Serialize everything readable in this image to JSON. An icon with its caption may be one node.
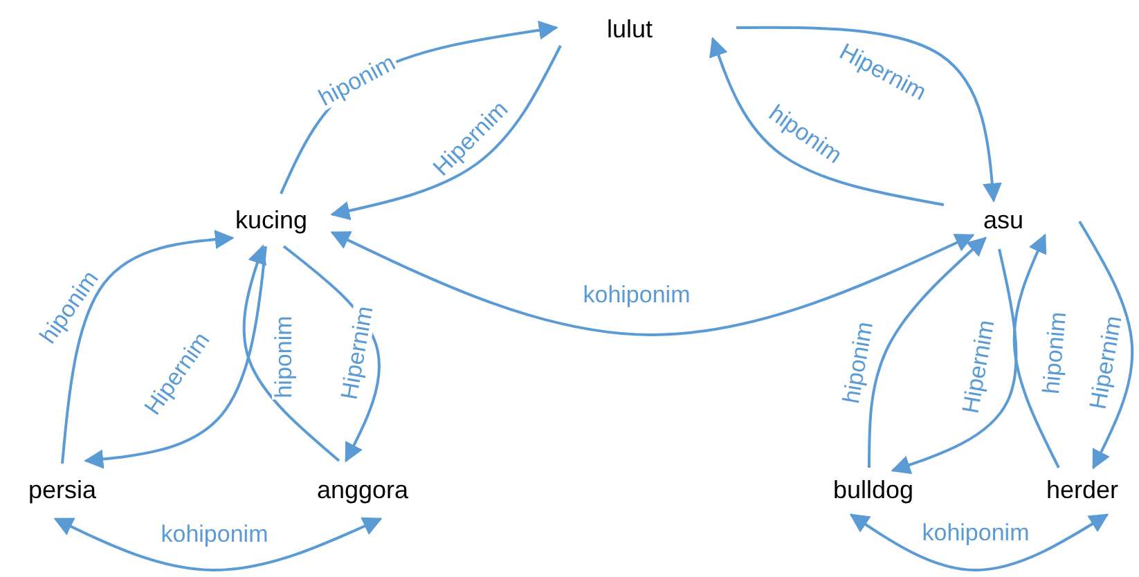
{
  "diagram": {
    "nodes": [
      {
        "text": [
          "lulut"
        ]
      },
      {
        "text": [
          "kucing"
        ]
      },
      {
        "text": [
          "asu"
        ]
      },
      {
        "text": [
          "persia"
        ]
      },
      {
        "text": [
          "anggora"
        ]
      },
      {
        "text": [
          "bulldog"
        ]
      },
      {
        "text": [
          "herder"
        ]
      }
    ],
    "edges": [
      {
        "from": 1,
        "to": 0,
        "arrow": "to",
        "label": "hiponim"
      },
      {
        "from": 0,
        "to": 1,
        "arrow": "to",
        "label": "Hipernim"
      },
      {
        "from": 0,
        "to": 2,
        "arrow": "to",
        "label": "Hipernim"
      },
      {
        "from": 2,
        "to": 0,
        "arrow": "to",
        "label": "hiponim"
      },
      {
        "from": 1,
        "to": 2,
        "arrow": "both",
        "label": "kohiponim"
      },
      {
        "from": 3,
        "to": 1,
        "arrow": "to",
        "label": "hiponim"
      },
      {
        "from": 1,
        "to": 3,
        "arrow": "to",
        "label": "Hipernim"
      },
      {
        "from": 4,
        "to": 1,
        "arrow": "to",
        "label": "hiponim"
      },
      {
        "from": 1,
        "to": 4,
        "arrow": "to",
        "label": "Hipernim"
      },
      {
        "from": 3,
        "to": 4,
        "arrow": "both",
        "label": "kohiponim"
      },
      {
        "from": 5,
        "to": 2,
        "arrow": "to",
        "label": "hiponim"
      },
      {
        "from": 2,
        "to": 5,
        "arrow": "to",
        "label": "Hipernim"
      },
      {
        "from": 6,
        "to": 2,
        "arrow": "to",
        "label": "hiponim"
      },
      {
        "from": 2,
        "to": 6,
        "arrow": "to",
        "label": "Hipernim"
      },
      {
        "from": 5,
        "to": 6,
        "arrow": "both",
        "label": "kohiponim"
      }
    ]
  }
}
